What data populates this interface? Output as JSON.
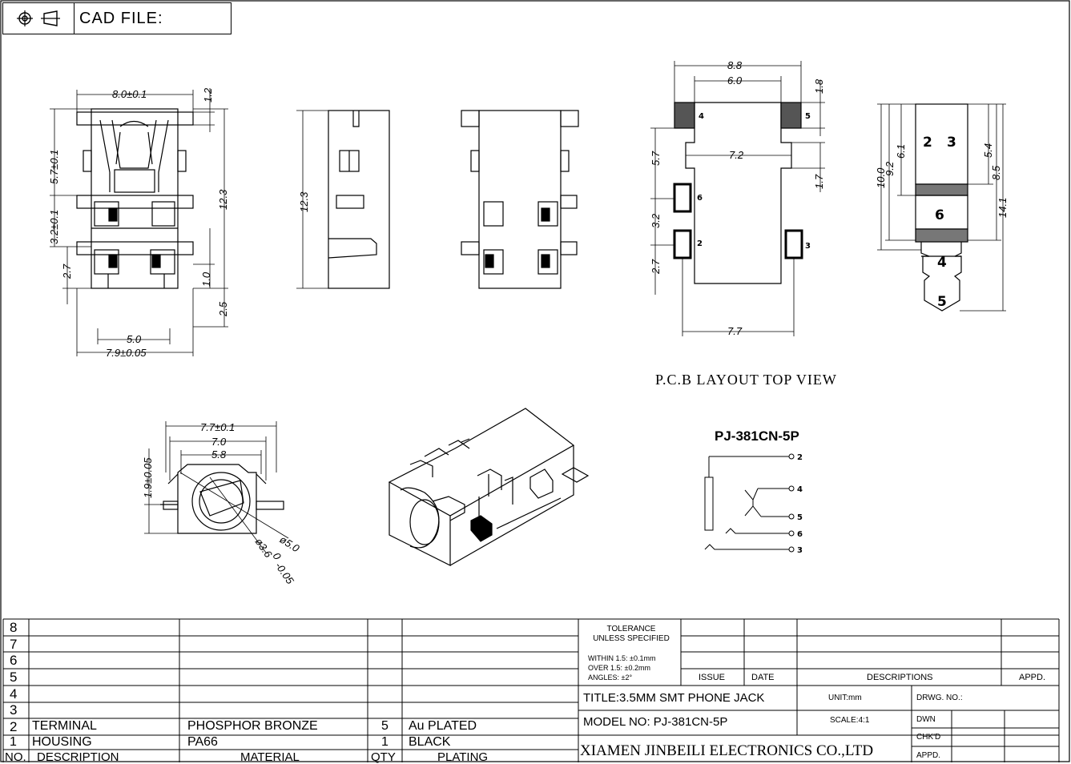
{
  "header": {
    "cad_file_label": "CAD FILE:"
  },
  "front_view": {
    "width_top": "8.0±0.1",
    "tab_height": "1.2",
    "height_upper": "5.7±0.1",
    "height_total": "12.3",
    "pitch_mid": "3.2±0.1",
    "pitch_low": "2.7",
    "leg": "1.0",
    "offset_bottom": "2.5",
    "width_inner": "5.0",
    "width_bottom": "7.9±0.05"
  },
  "side_view": {
    "height": "12.3"
  },
  "pcb_layout": {
    "width_outer": "8.8",
    "width_inner": "6.0",
    "pad_height": "1.8",
    "gap_upper": "5.7",
    "width_mid": "7.2",
    "gap_right": "1.7",
    "pitch_mid": "3.2",
    "pitch_low": "2.7",
    "width_bottom": "7.7",
    "pins": [
      "4",
      "5",
      "6",
      "2",
      "3"
    ],
    "caption": "P.C.B LAYOUT TOP VIEW"
  },
  "plug": {
    "dims": [
      "10.0",
      "9.2",
      "6.1",
      "5.4",
      "8.5",
      "14.1"
    ],
    "contacts": [
      "2",
      "3",
      "6",
      "4",
      "5"
    ]
  },
  "end_view": {
    "width_outer": "7.7±0.1",
    "width_mid": "7.0",
    "width_inner": "5.8",
    "height": "1.9±0.05",
    "dia_outer": "ø5.0",
    "dia_inner": "ø3.6",
    "dia_tol_upper": "0",
    "dia_tol_lower": "-0.05"
  },
  "schematic": {
    "part_number": "PJ-381CN-5P",
    "pins": [
      "2",
      "4",
      "5",
      "6",
      "3"
    ]
  },
  "title_block": {
    "revision_rows": [
      "8",
      "7",
      "6",
      "5",
      "4",
      "3"
    ],
    "bom": [
      {
        "no": "2",
        "description": "TERMINAL",
        "material": "PHOSPHOR BRONZE",
        "qty": "5",
        "plating": "Au PLATED"
      },
      {
        "no": "1",
        "description": "HOUSING",
        "material": "PA66",
        "qty": "1",
        "plating": "BLACK"
      }
    ],
    "bom_header": {
      "no": "NO.",
      "description": "DESCRIPTION",
      "material": "MATERIAL",
      "qty": "QTY",
      "plating": "PLATING"
    },
    "tolerance_title": "TOLERANCE\nUNLESS SPECIFIED",
    "tolerance_1": "WITHIN 1.5: ±0.1mm",
    "tolerance_2": "OVER 1.5:  ±0.2mm",
    "tolerance_3": "ANGLES: ±2°",
    "col_issue": "ISSUE",
    "col_date": "DATE",
    "col_descriptions": "DESCRIPTIONS",
    "col_appd": "APPD.",
    "title": "TITLE:3.5MM SMT PHONE JACK",
    "unit": "UNIT:mm",
    "drwg_no": "DRWG. NO.:",
    "model": "MODEL NO: PJ-381CN-5P",
    "scale": "SCALE:4:1",
    "dwn": "DWN",
    "chkd": "CHK'D",
    "appd": "APPD.",
    "company": "XIAMEN JINBEILI ELECTRONICS CO.,LTD"
  }
}
